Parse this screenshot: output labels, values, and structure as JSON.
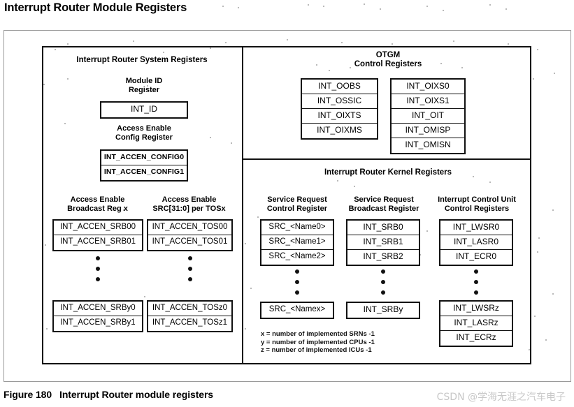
{
  "page": {
    "heading": "Interrupt Router Module Registers",
    "caption_number": "Figure 180",
    "caption_text": "Interrupt Router module registers",
    "watermark": "CSDN @学海无涯之汽车电子"
  },
  "sections": {
    "system": {
      "title": "Interrupt Router System Registers",
      "groups": {
        "module_id": {
          "title": "Module ID\nRegister",
          "registers": [
            "INT_ID"
          ]
        },
        "accen_config": {
          "title": "Access Enable\nConfig Register",
          "registers": [
            "INT_ACCEN_CONFIG0",
            "INT_ACCEN_CONFIG1"
          ]
        },
        "accen_broadcast": {
          "title": "Access Enable\nBroadcast Reg x",
          "registers_top": [
            "INT_ACCEN_SRB00",
            "INT_ACCEN_SRB01"
          ],
          "registers_bottom": [
            "INT_ACCEN_SRBy0",
            "INT_ACCEN_SRBy1"
          ]
        },
        "accen_tos": {
          "title": "Access Enable\nSRC[31:0] per TOSx",
          "registers_top": [
            "INT_ACCEN_TOS00",
            "INT_ACCEN_TOS01"
          ],
          "registers_bottom": [
            "INT_ACCEN_TOSz0",
            "INT_ACCEN_TOSz1"
          ]
        }
      }
    },
    "otgm": {
      "title": "OTGM\nControl Registers",
      "column_left": [
        "INT_OOBS",
        "INT_OSSIC",
        "INT_OIXTS",
        "INT_OIXMS"
      ],
      "column_right": [
        "INT_OIXS0",
        "INT_OIXS1",
        "INT_OIT",
        "INT_OMISP",
        "INT_OMISN"
      ]
    },
    "kernel": {
      "title": "Interrupt Router Kernel Registers",
      "groups": {
        "src": {
          "title": "Service Request\nControl Register",
          "registers_top": [
            "SRC_<Name0>",
            "SRC_<Name1>",
            "SRC_<Name2>"
          ],
          "registers_bottom": [
            "SRC_<Namex>"
          ]
        },
        "srb": {
          "title": "Service Request\nBroadcast Register",
          "registers_top": [
            "INT_SRB0",
            "INT_SRB1",
            "INT_SRB2"
          ],
          "registers_bottom": [
            "INT_SRBy"
          ]
        },
        "icu": {
          "title": "Interrupt Control Unit\nControl Registers",
          "registers_top": [
            "INT_LWSR0",
            "INT_LASR0",
            "INT_ECR0"
          ],
          "registers_bottom": [
            "INT_LWSRz",
            "INT_LASRz",
            "INT_ECRz"
          ]
        }
      },
      "legend": [
        "x = number of implemented SRNs  -1",
        "y = number of implemented CPUs  -1",
        "z = number of implemented ICUs  -1"
      ]
    }
  }
}
